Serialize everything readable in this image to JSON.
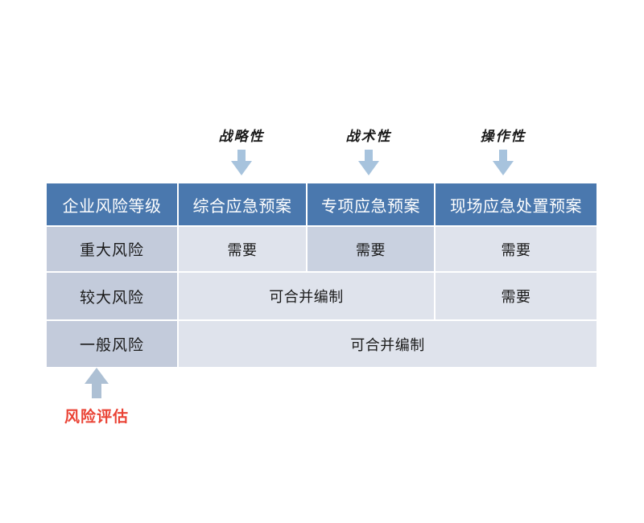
{
  "annotations": {
    "top": [
      {
        "label": "战略性",
        "icon": "arrow-down-icon",
        "target_column": "综合应急预案"
      },
      {
        "label": "战术性",
        "icon": "arrow-down-icon",
        "target_column": "专项应急预案"
      },
      {
        "label": "操作性",
        "icon": "arrow-down-icon",
        "target_column": "现场应急处置预案"
      }
    ],
    "bottom": {
      "label": "风险评估",
      "icon": "arrow-up-icon",
      "target_column": "企业风险等级",
      "color": "#ea4335"
    }
  },
  "table": {
    "headers": [
      "企业风险等级",
      "综合应急预案",
      "专项应急预案",
      "现场应急处置预案"
    ],
    "rows": [
      {
        "level": "重大风险",
        "cells": [
          {
            "text": "需要",
            "colspan": 1,
            "accent": false
          },
          {
            "text": "需要",
            "colspan": 1,
            "accent": true
          },
          {
            "text": "需要",
            "colspan": 1,
            "accent": false
          }
        ]
      },
      {
        "level": "较大风险",
        "cells": [
          {
            "text": "可合并编制",
            "colspan": 2,
            "accent": false
          },
          {
            "text": "需要",
            "colspan": 1,
            "accent": false
          }
        ]
      },
      {
        "level": "一般风险",
        "cells": [
          {
            "text": "可合并编制",
            "colspan": 3,
            "accent": false
          }
        ]
      }
    ]
  },
  "colors": {
    "header_blue": "#4a78ae",
    "rowhead_blue_gray": "#c3cbdb",
    "cell_light": "#dfe3ec",
    "cell_accent": "#c9d1e0",
    "arrow_blue": "#a7c3dd",
    "arrow_gray_blue": "#adc0d4",
    "red_text": "#ea4335",
    "background": "#ffffff"
  }
}
